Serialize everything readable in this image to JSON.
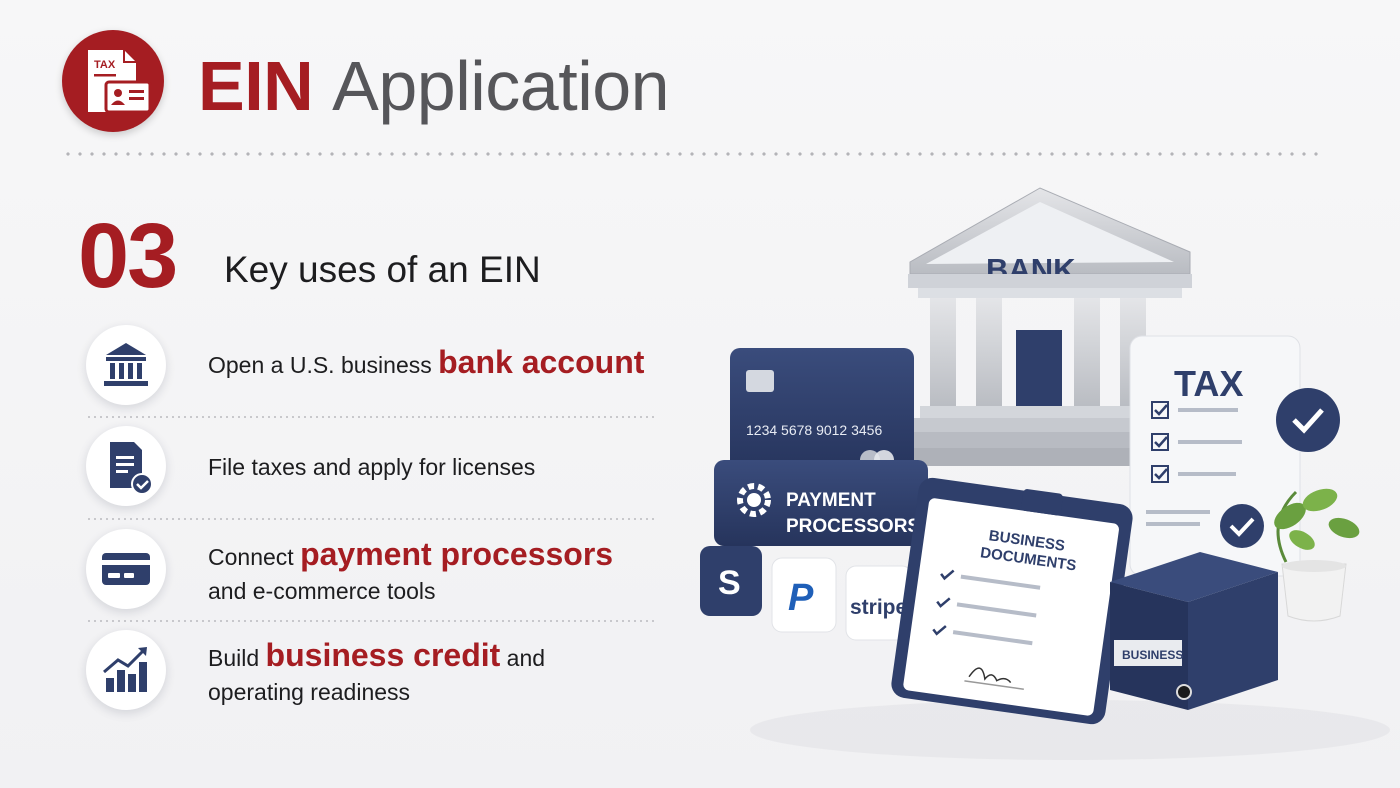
{
  "header": {
    "title_accent": "EIN",
    "title_rest": "Application",
    "logo_icon": "tax-document-icon",
    "logo_label": "TAX"
  },
  "section": {
    "number": "03",
    "title": "Key uses of an EIN"
  },
  "items": [
    {
      "icon": "bank-icon",
      "pre": "Open a U.S. business ",
      "highlight": "bank account",
      "post": "",
      "line2": ""
    },
    {
      "icon": "tax-file-check-icon",
      "pre": "File taxes and apply for licenses",
      "highlight": "",
      "post": "",
      "line2": ""
    },
    {
      "icon": "credit-card-icon",
      "pre": "Connect ",
      "highlight": "payment processors",
      "post": "",
      "line2": "and e-commerce tools"
    },
    {
      "icon": "growth-chart-icon",
      "pre": "Build ",
      "highlight": "business credit",
      "post": " and",
      "line2": "operating readiness"
    }
  ],
  "illustration": {
    "bank_sign": "BANK",
    "card_number": "1234  5678  9012  3456",
    "payment_label_1": "PAYMENT",
    "payment_label_2": "PROCESSORS",
    "brand_square": "S",
    "brand_paypal": "P",
    "brand_stripe": "stripe",
    "tax_title": "TAX",
    "clipboard_title_1": "BUSINESS",
    "clipboard_title_2": "DOCUMENTS",
    "box_label": "BUSINESS"
  },
  "colors": {
    "accent_red": "#a51d22",
    "navy": "#2f3f6b",
    "gray_text": "#56565a"
  }
}
